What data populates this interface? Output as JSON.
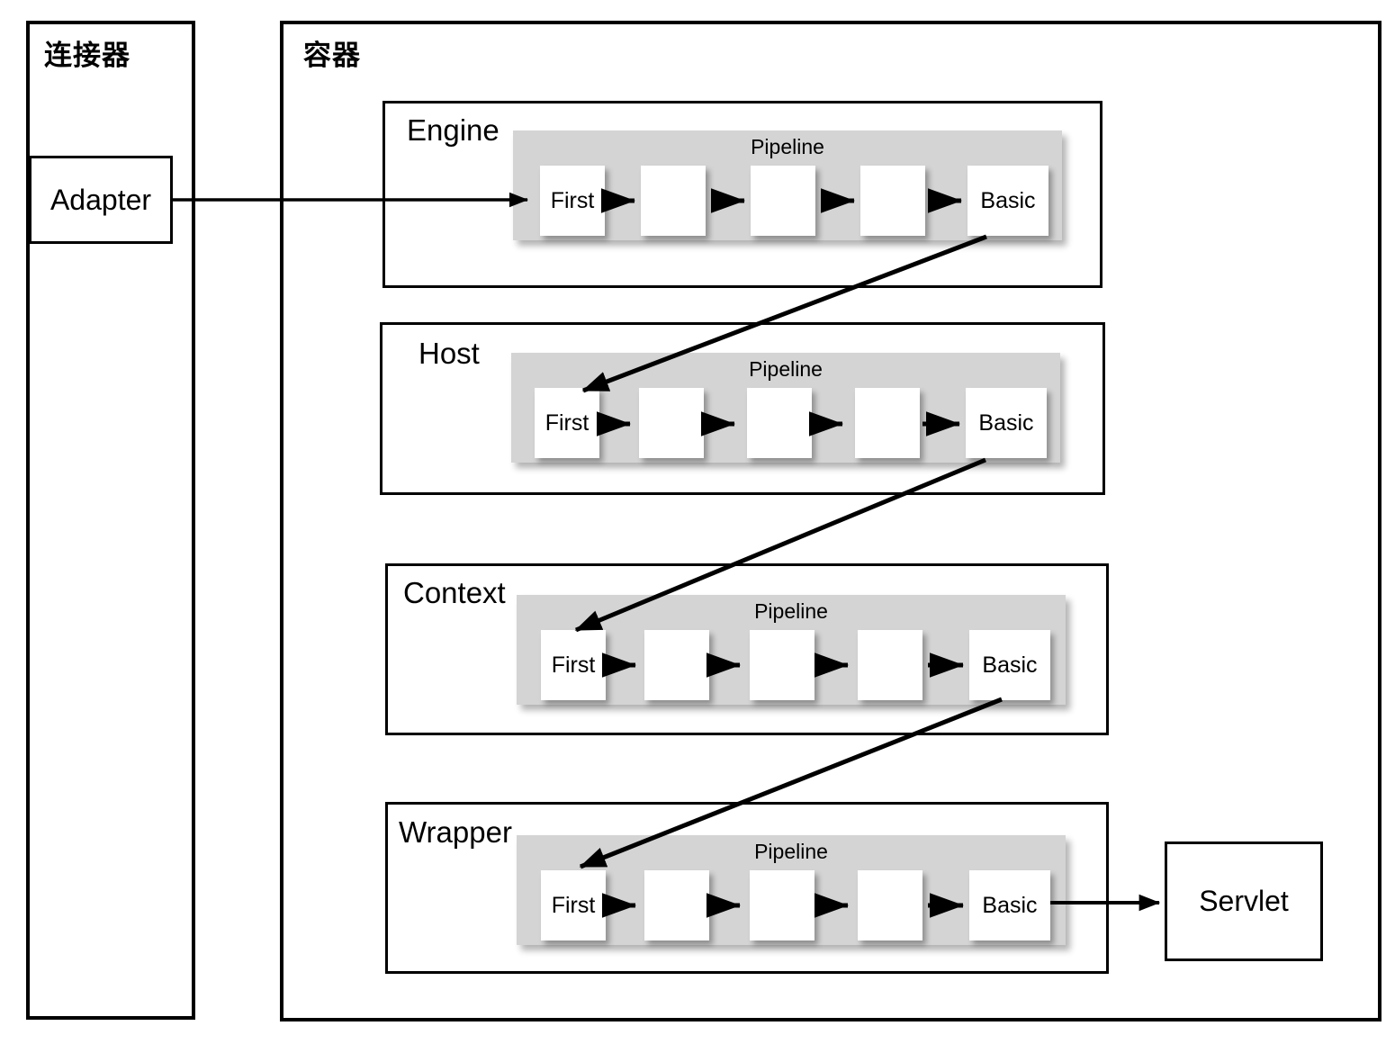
{
  "diagram": {
    "title_connector": "连接器",
    "title_container": "容器",
    "pipeline_label": "Pipeline",
    "first_label": "First",
    "basic_label": "Basic",
    "adapter_label": "Adapter",
    "servlet_label": "Servlet",
    "colors": {
      "stroke": "#000000",
      "pipeline_fill": "#d4d4d4",
      "valve_fill": "#ffffff",
      "page_background": "#ffffff"
    },
    "sections": [
      {
        "name": "Engine",
        "label": "Engine"
      },
      {
        "name": "Host",
        "label": "Host"
      },
      {
        "name": "Context",
        "label": "Context"
      },
      {
        "name": "Wrapper",
        "label": "Wrapper"
      }
    ],
    "valves": [
      "First",
      "",
      "",
      "",
      "Basic"
    ],
    "flow": [
      "Adapter -> Engine.Pipeline.First",
      "Engine.Pipeline.Basic -> Host.Pipeline.First",
      "Host.Pipeline.Basic -> Context.Pipeline.First",
      "Context.Pipeline.Basic -> Wrapper.Pipeline.First",
      "Wrapper.Pipeline.Basic -> Servlet"
    ]
  }
}
